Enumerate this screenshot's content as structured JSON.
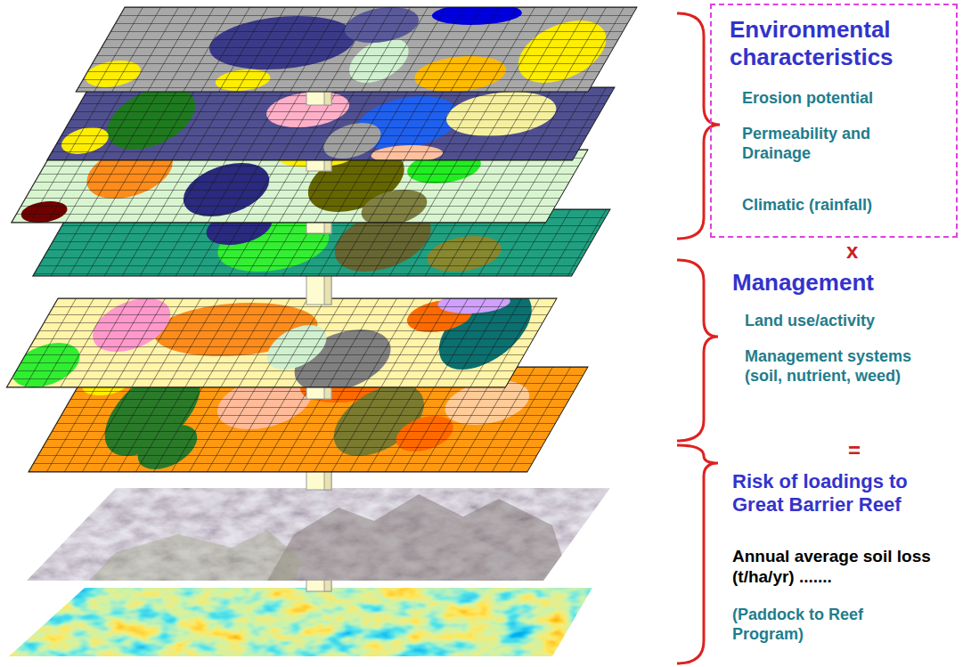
{
  "diagram": {
    "nodes": [
      {
        "text": [
          "Environmental characteristics",
          "Erosion potential",
          "Permeability and Drainage",
          "Climatic (rainfall)"
        ]
      }
    ],
    "labels": [
      "x",
      "Management",
      "Land use/activity",
      "Management systems (soil, nutrient, weed)",
      "=",
      "Risk of loadings to Great Barrier Reef",
      "Annual average soil loss (t/ha/yr) .......",
      "(Paddock to Reef Program)"
    ]
  }
}
